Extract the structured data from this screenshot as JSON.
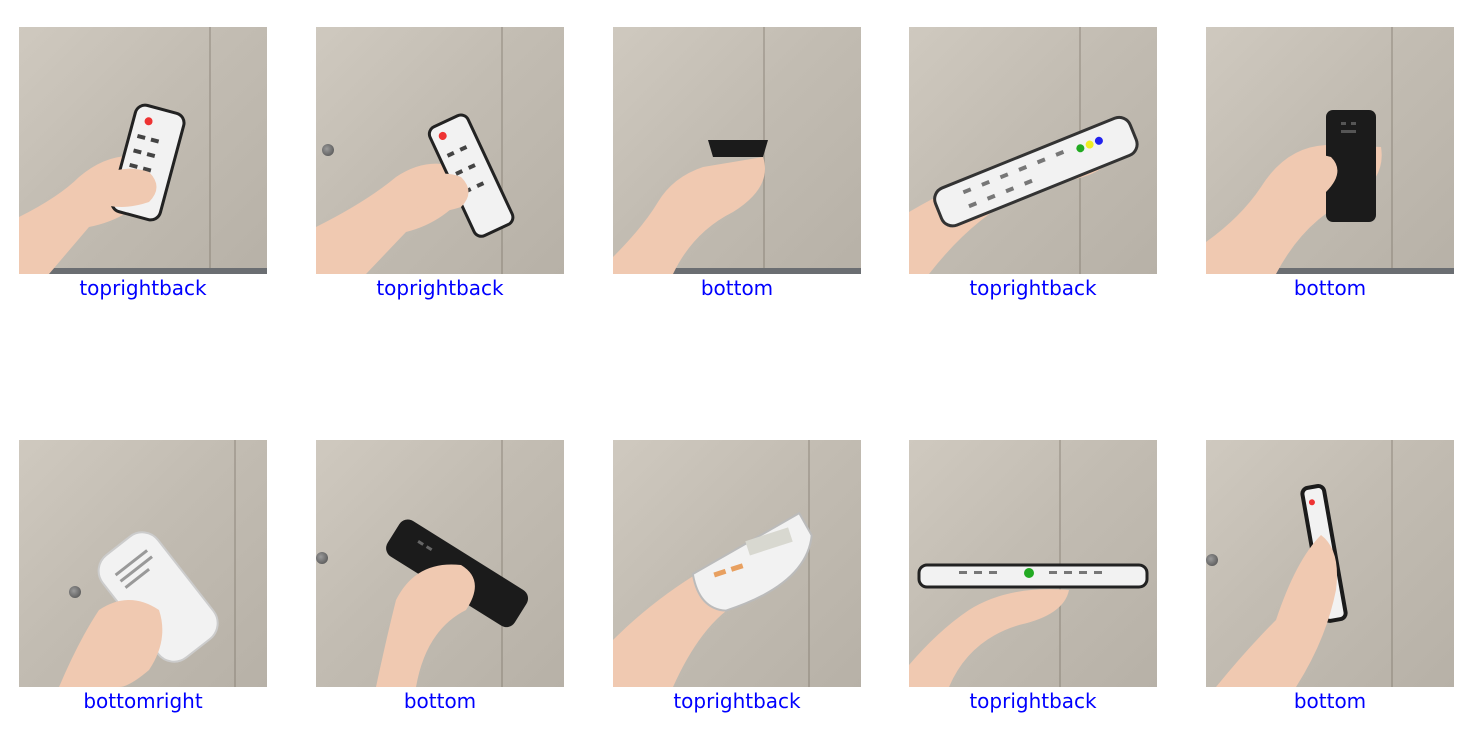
{
  "grid": {
    "rows": [
      {
        "items": [
          {
            "label": "toprightback",
            "remote": "white-seki"
          },
          {
            "label": "toprightback",
            "remote": "white-seki-tilted"
          },
          {
            "label": "bottom",
            "remote": "black-end"
          },
          {
            "label": "toprightback",
            "remote": "white-long"
          },
          {
            "label": "bottom",
            "remote": "black-back"
          }
        ]
      },
      {
        "items": [
          {
            "label": "bottomright",
            "remote": "white-ac"
          },
          {
            "label": "bottom",
            "remote": "black-diagonal"
          },
          {
            "label": "toprightback",
            "remote": "white-ac-top"
          },
          {
            "label": "toprightback",
            "remote": "white-long-flat"
          },
          {
            "label": "bottom",
            "remote": "white-edge"
          }
        ]
      }
    ]
  },
  "colors": {
    "caption": "#0000ff",
    "background": "#ffffff",
    "skin": "#f0c9b1",
    "remote_white": "#f2f2f2",
    "remote_black": "#1b1b1b"
  }
}
